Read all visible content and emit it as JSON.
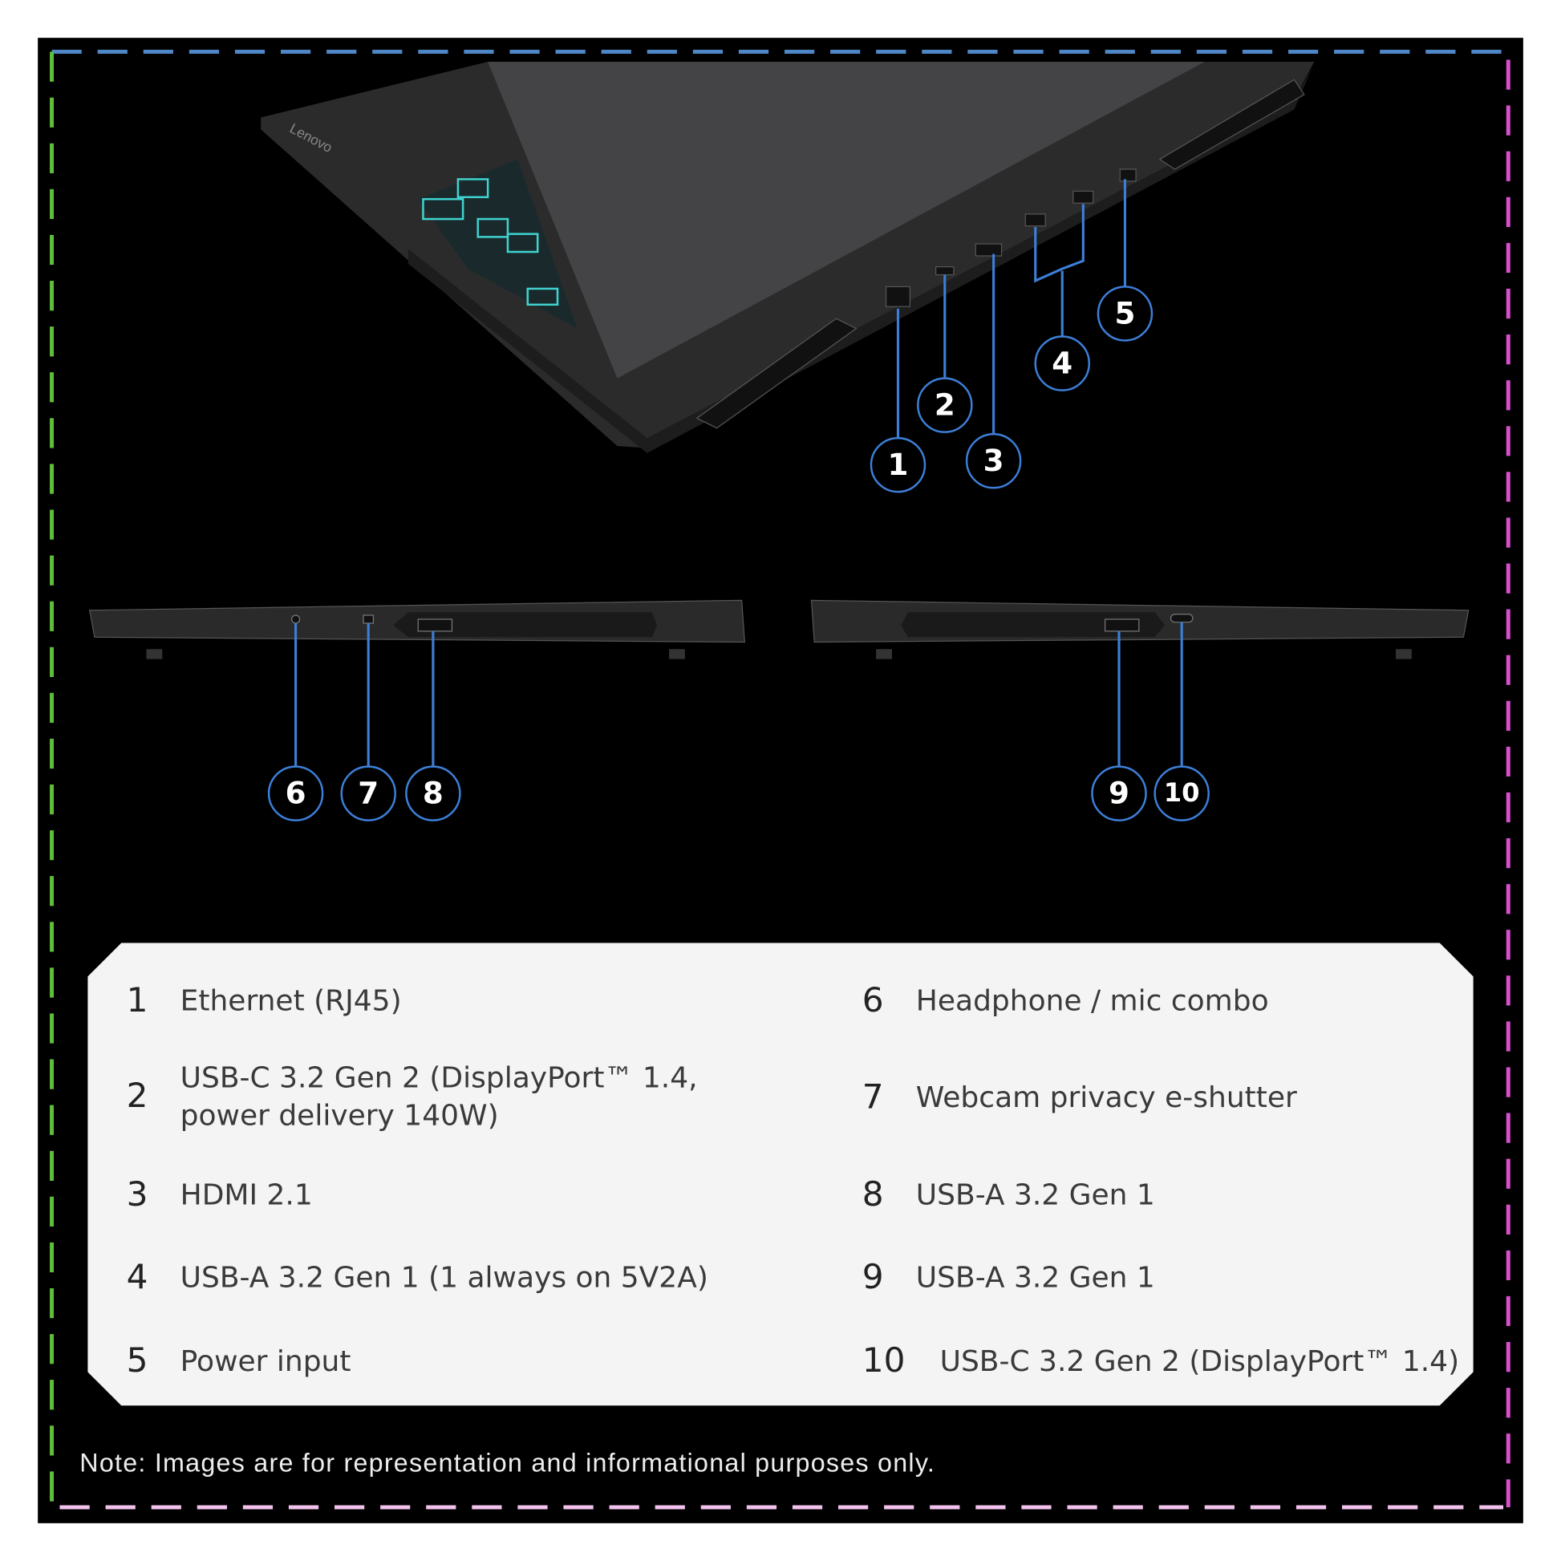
{
  "callouts": [
    "1",
    "2",
    "3",
    "4",
    "5",
    "6",
    "7",
    "8",
    "9",
    "10"
  ],
  "ports": [
    {
      "num": "1",
      "label": "Ethernet (RJ45)"
    },
    {
      "num": "2",
      "label": "USB-C 3.2 Gen 2 (DisplayPort™ 1.4, power delivery 140W)"
    },
    {
      "num": "3",
      "label": "HDMI 2.1"
    },
    {
      "num": "4",
      "label": "USB-A 3.2 Gen 1 (1 always on 5V2A)"
    },
    {
      "num": "5",
      "label": "Power input"
    },
    {
      "num": "6",
      "label": "Headphone / mic combo"
    },
    {
      "num": "7",
      "label": "Webcam privacy e-shutter"
    },
    {
      "num": "8",
      "label": "USB-A 3.2 Gen 1"
    },
    {
      "num": "9",
      "label": "USB-A 3.2 Gen 1"
    },
    {
      "num": "10",
      "label": "USB-C 3.2 Gen 2 (DisplayPort™ 1.4)"
    }
  ],
  "brand": "Lenovo",
  "note": "Note: Images are for representation and informational purposes only.",
  "colors": {
    "callout": "#3d7fd8",
    "panel": "#f4f4f4"
  }
}
